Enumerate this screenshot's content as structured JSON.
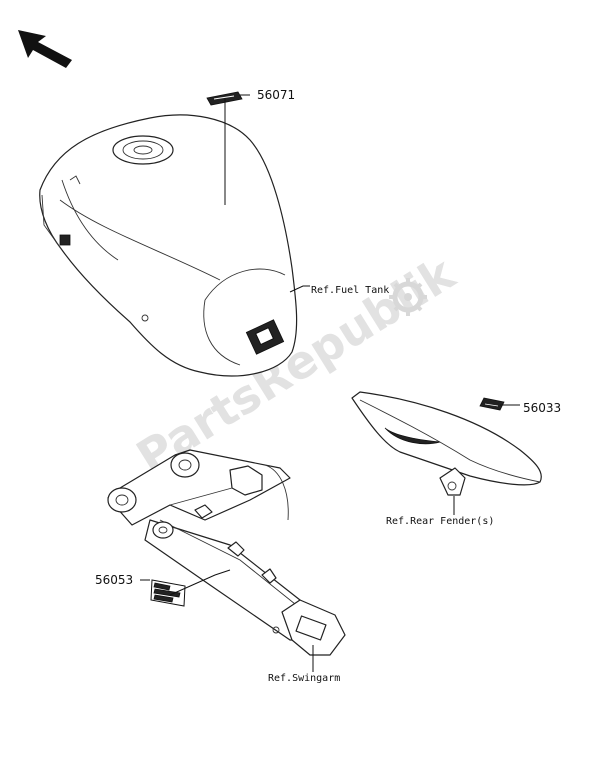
{
  "watermark": "PartsRepublik",
  "parts": [
    {
      "id": "part-56071",
      "number": "56071"
    },
    {
      "id": "part-56033",
      "number": "56033"
    },
    {
      "id": "part-56053",
      "number": "56053"
    }
  ],
  "references": {
    "fuel_tank": "Ref.Fuel Tank",
    "rear_fender": "Ref.Rear Fender(s)",
    "swingarm": "Ref.Swingarm"
  },
  "icons": {
    "direction_arrow": "front-direction-arrow-icon",
    "watermark_gear": "gear-icon"
  },
  "colors": {
    "line": "#111111",
    "watermark": "#e2e2e2"
  }
}
